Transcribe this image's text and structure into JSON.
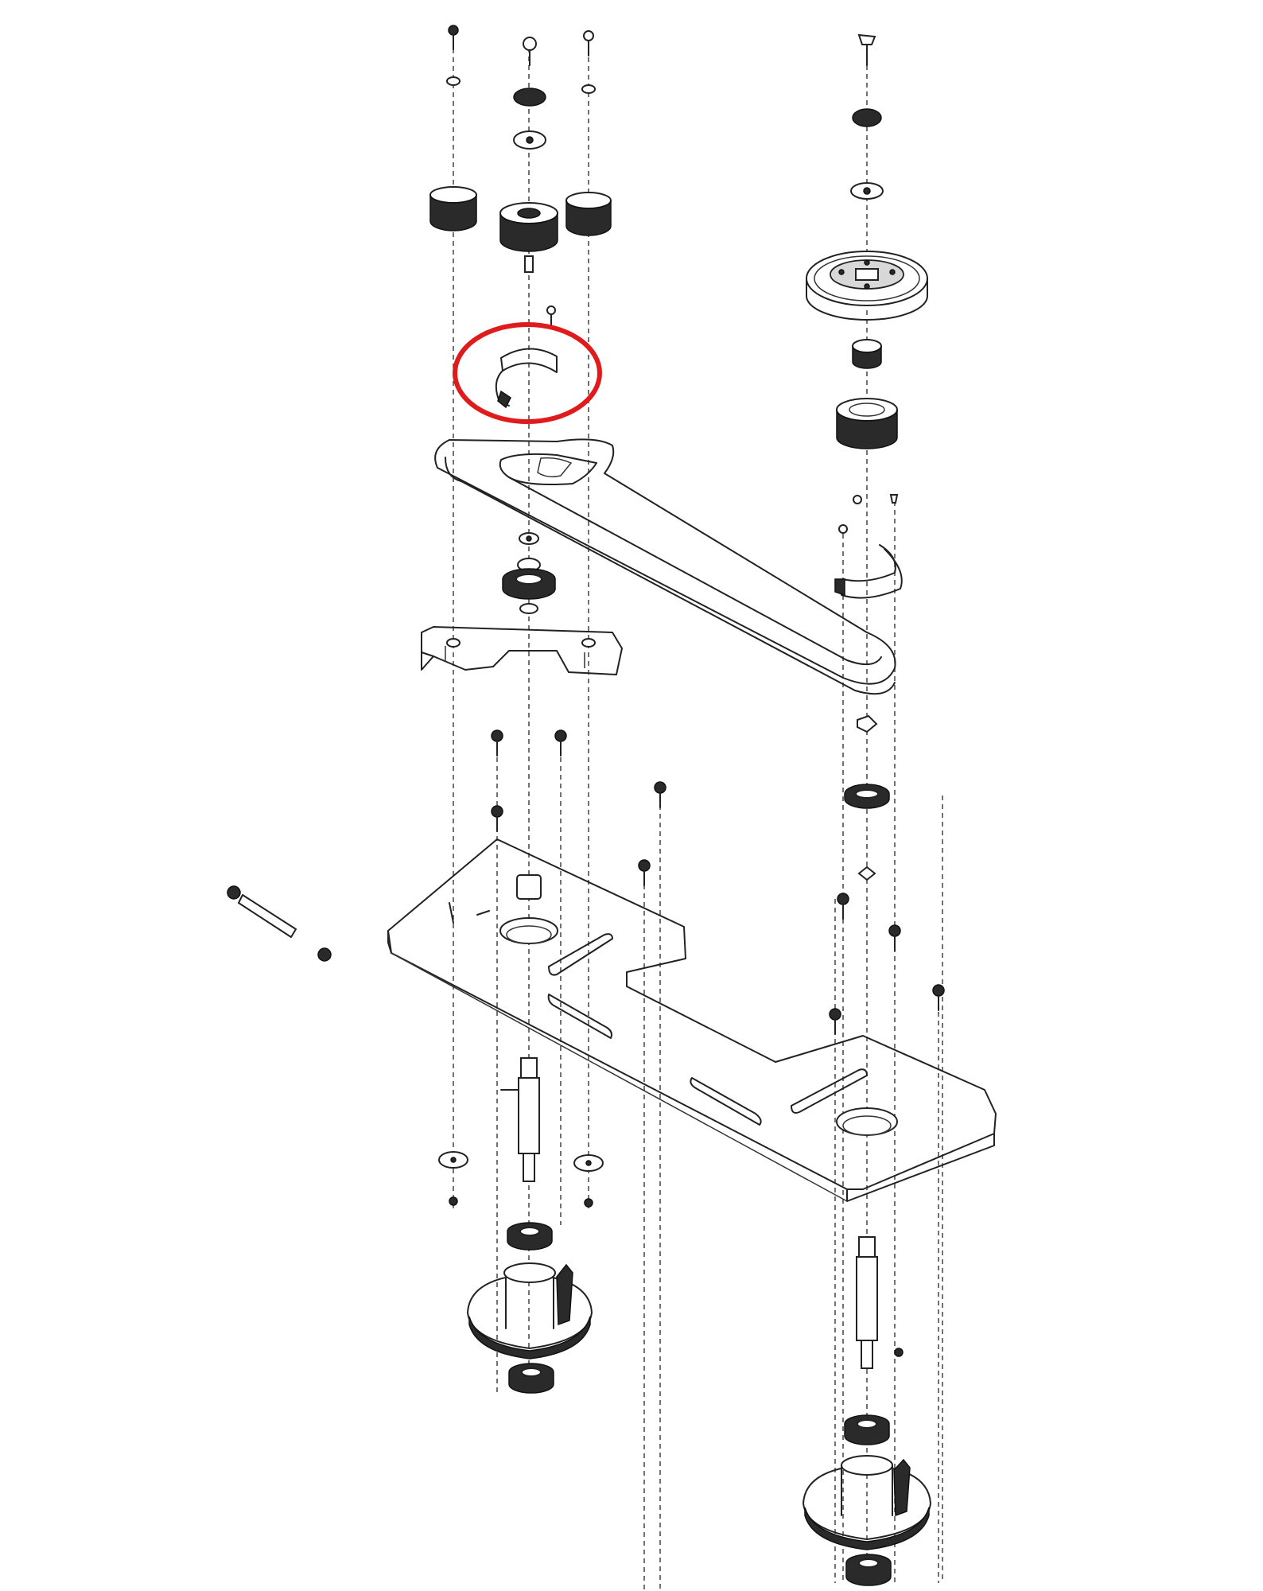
{
  "diagram": {
    "kind": "exploded-parts-drawing",
    "highlight": {
      "shape": "ellipse",
      "color": "#e01b1b",
      "target": "belt-guide-clip"
    },
    "colors": {
      "line": "#222222",
      "background": "#ffffff",
      "shading": "#2a2a2a"
    }
  }
}
